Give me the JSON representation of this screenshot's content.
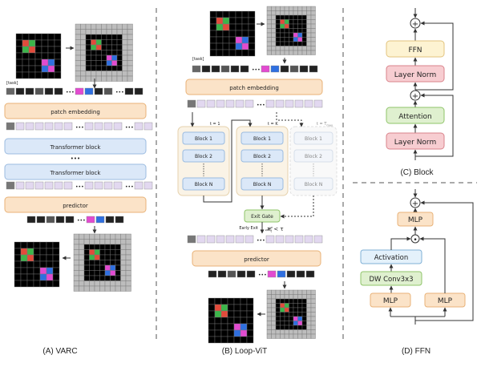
{
  "panel_a": {
    "caption": "(A) VARC",
    "task_label": "[task]",
    "patch_embedding": "patch embedding",
    "transformer_block_1": "Transformer block",
    "transformer_block_2": "Transformer block",
    "predictor": "predictor",
    "ellipsis": "•••"
  },
  "panel_b": {
    "caption": "(B) Loop-ViT",
    "task_label": "[task]",
    "patch_embedding": "patch embedding",
    "predictor": "predictor",
    "loop1": {
      "iter": "t = 1",
      "block1": "Block 1",
      "block2": "Block 2",
      "blockN": "Block N"
    },
    "loop2": {
      "iter": "t = K",
      "block1": "Block 1",
      "block2": "Block 2",
      "blockN": "Block N"
    },
    "loop3": {
      "iter": "t = T",
      "iter_sub": "max",
      "block1": "Block 1",
      "block2": "Block 2",
      "blockN": "Block N"
    },
    "exit_gate": "Exit Gate",
    "early_exit": "Early Exit",
    "condition": "𝓗",
    "condition_sub": "t",
    "condition_rest": " < τ",
    "ellipsis": "•••"
  },
  "panel_c": {
    "caption": "(C) Block",
    "ffn": "FFN",
    "layer_norm_top": "Layer Norm",
    "attention": "Attention",
    "layer_norm_bottom": "Layer Norm",
    "plus": "+"
  },
  "panel_d": {
    "caption": "(D) FFN",
    "mlp_top": "MLP",
    "activation": "Activation",
    "dwconv": "DW Conv3x3",
    "mlp_left": "MLP",
    "mlp_right": "MLP",
    "plus": "+",
    "dot": "•"
  },
  "colors": {
    "orange_fill": "#fbe3c8",
    "orange_stroke": "#e8b277",
    "blue_fill": "#dbe8f8",
    "blue_stroke": "#9bbbe0",
    "green_fill": "#dff0cf",
    "green_stroke": "#8fc46a",
    "pink_fill": "#f7cdd1",
    "pink_stroke": "#d9838b",
    "yellow_fill": "#fdf3d2",
    "yellow_stroke": "#e2c37e",
    "lavender": "#e2d8f0",
    "grid_gray": "#999999",
    "cell_red": "#e24b3b",
    "cell_green": "#3cb54a",
    "cell_blue": "#2f6fe0",
    "cell_pink": "#e24bd0"
  }
}
